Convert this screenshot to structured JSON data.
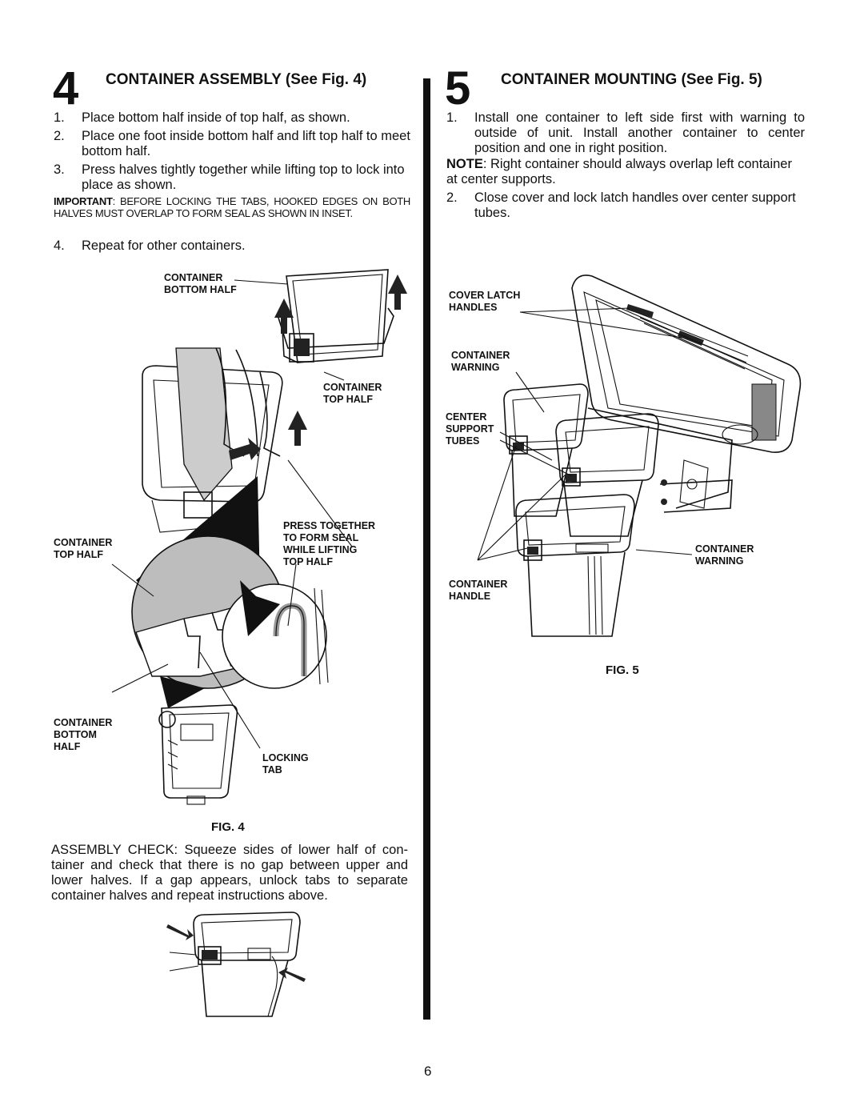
{
  "left": {
    "step_number": "4",
    "heading": "CONTAINER ASSEMBLY (See Fig. 4)",
    "steps": [
      {
        "n": "1.",
        "text": "Place bottom half inside of top half, as shown."
      },
      {
        "n": "2.",
        "text": "Place one foot inside bottom half and lift top half to meet bottom half."
      },
      {
        "n": "3.",
        "text": "Press halves tightly together while lifting top to lock into place as shown."
      }
    ],
    "important_label": "IMPORTANT",
    "important_text": ": BEFORE LOCKING THE TABS, HOOKED EDGES ON BOTH HALVES MUST OVERLAP TO FORM SEAL AS SHOWN IN INSET.",
    "step4": {
      "n": "4.",
      "text": "Repeat for other containers."
    },
    "fig_labels": {
      "bottom_half_top": "CONTAINER\nBOTTOM HALF",
      "top_half_right": "CONTAINER\nTOP HALF",
      "top_half_left": "CONTAINER\nTOP HALF",
      "press_together": "PRESS TOGETHER\nTO FORM SEAL\nWHILE LIFTING\nTOP HALF",
      "bottom_half_left": "CONTAINER\nBOTTOM\nHALF",
      "locking_tab": "LOCKING\nTAB"
    },
    "fig_caption": "FIG. 4",
    "assembly_check": "ASSEMBLY CHECK: Squeeze sides of lower half of con-tainer and check that there is no gap between upper and lower halves.  If a gap appears, unlock tabs to separate container halves and repeat instructions above."
  },
  "right": {
    "step_number": "5",
    "heading": "CONTAINER MOUNTING (See Fig. 5)",
    "steps": [
      {
        "n": "1.",
        "text": "Install one container to left side first with warning to outside of unit. Install another container to center position and one in right position."
      }
    ],
    "note_label": "NOTE",
    "note_text": ": Right container should always overlap left container at  center supports.",
    "step2": {
      "n": "2.",
      "text": "Close cover and lock latch handles over center support tubes."
    },
    "fig_labels": {
      "cover_latch": "COVER LATCH\nHANDLES",
      "container_warning_top": "CONTAINER\nWARNING",
      "center_support": "CENTER\nSUPPORT\nTUBES",
      "container_warning_right": "CONTAINER\nWARNING",
      "container_handle": "CONTAINER\nHANDLE"
    },
    "fig_caption": "FIG. 5"
  },
  "page_number": "6"
}
